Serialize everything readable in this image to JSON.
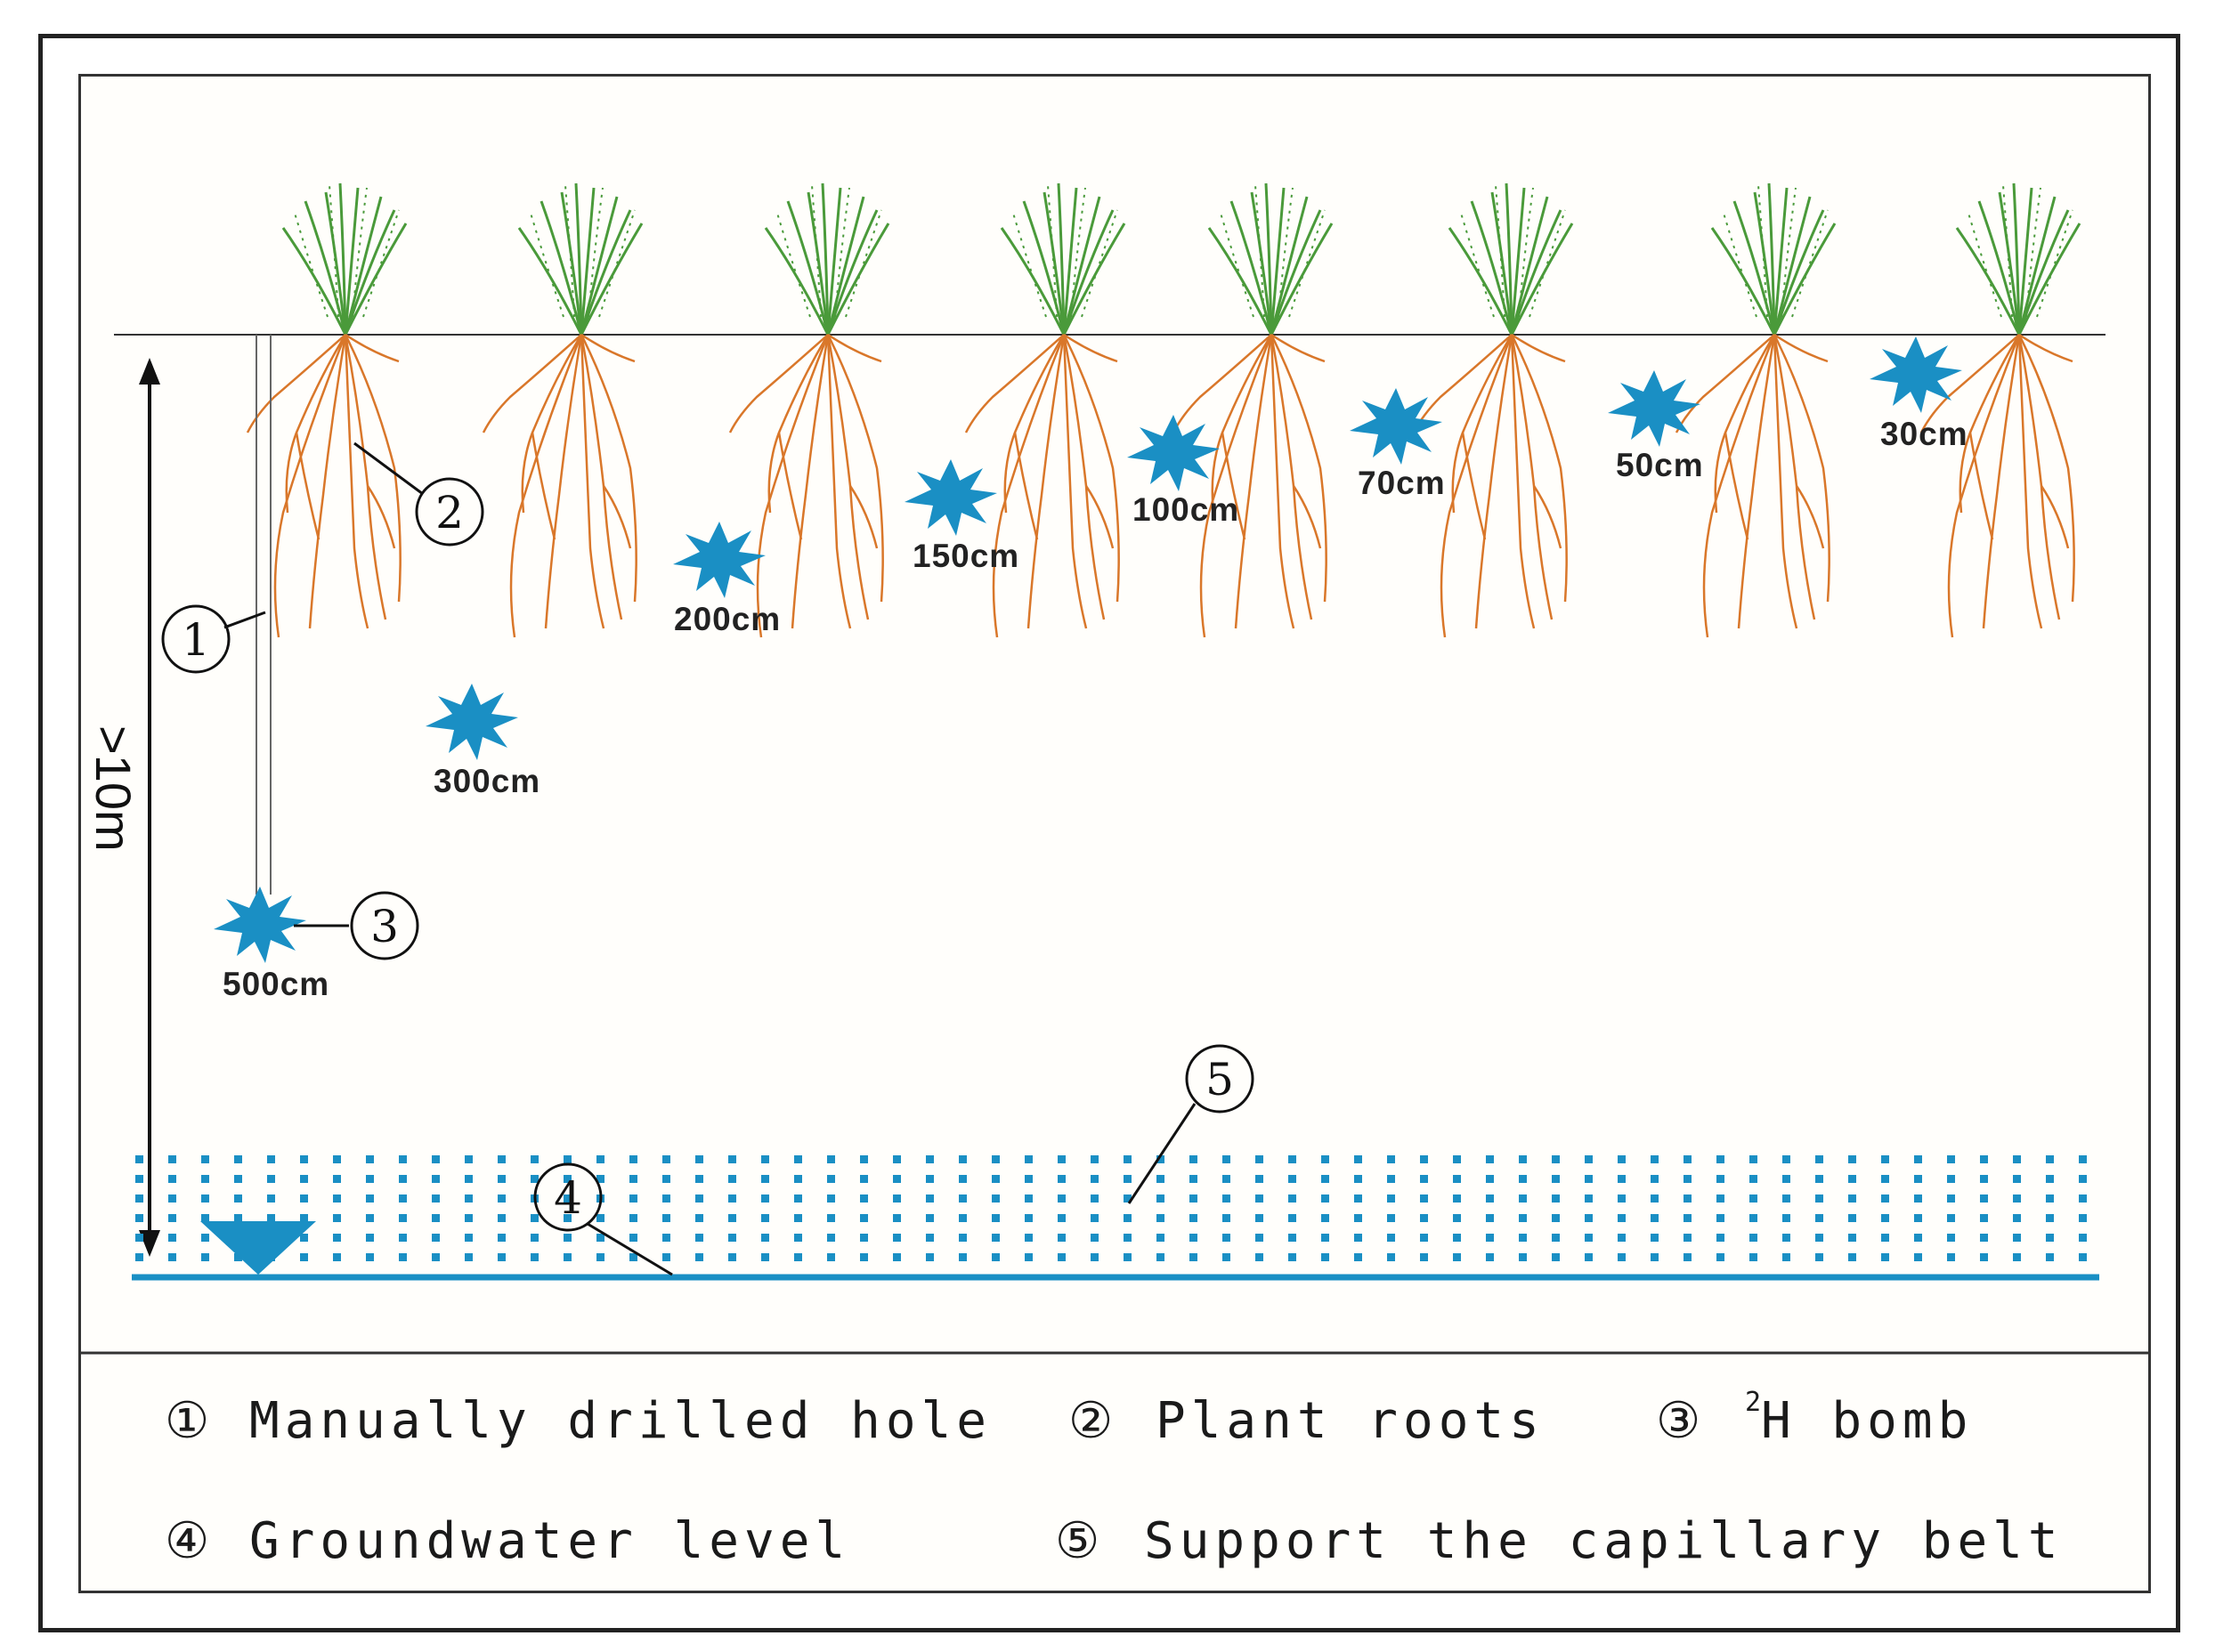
{
  "diagram": {
    "height_label": ">10m",
    "callout_numbers": [
      "①",
      "②",
      "③",
      "④",
      "⑤"
    ],
    "bombs": [
      {
        "label": "500cm",
        "depth_cm": 500
      },
      {
        "label": "300cm",
        "depth_cm": 300
      },
      {
        "label": "200cm",
        "depth_cm": 200
      },
      {
        "label": "150cm",
        "depth_cm": 150
      },
      {
        "label": "100cm",
        "depth_cm": 100
      },
      {
        "label": "70cm",
        "depth_cm": 70
      },
      {
        "label": "50cm",
        "depth_cm": 50
      },
      {
        "label": "30cm",
        "depth_cm": 30
      }
    ],
    "plant_count": 8
  },
  "legend": [
    {
      "num": "①",
      "text": "Manually drilled hole"
    },
    {
      "num": "②",
      "text": "Plant roots"
    },
    {
      "num": "③",
      "text": "H bomb",
      "superscript": "2"
    },
    {
      "num": "④",
      "text": "Groundwater level"
    },
    {
      "num": "⑤",
      "text": "Support the capillary belt"
    }
  ],
  "colors": {
    "bomb": "#1a8fc4",
    "water": "#1a8fc4",
    "root": "#d9772a",
    "leaf": "#4a9a3a"
  }
}
